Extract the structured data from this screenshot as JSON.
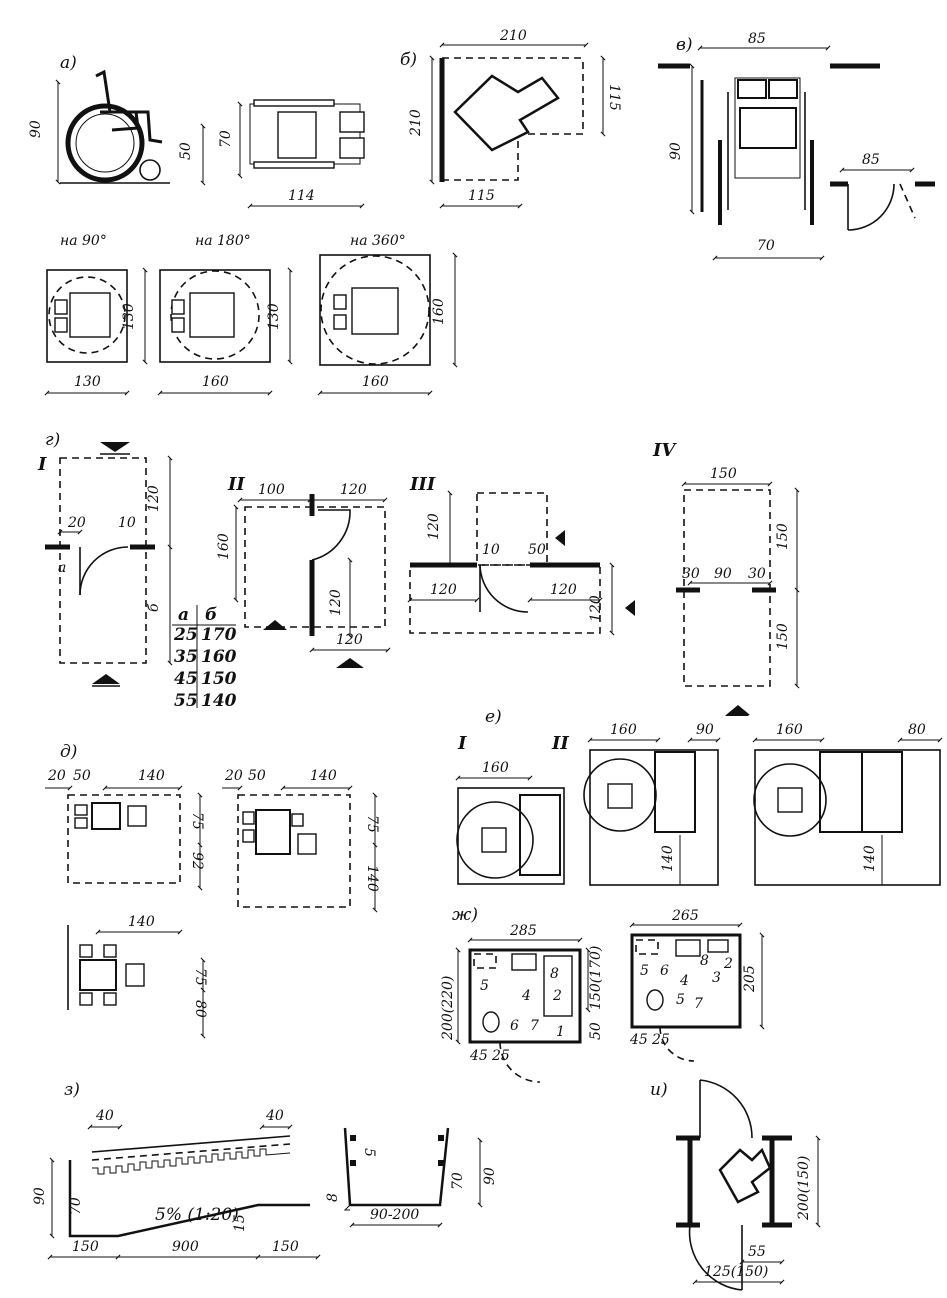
{
  "a": {
    "label": "а)",
    "dims": [
      "90",
      "50",
      "70",
      "114"
    ],
    "turns": [
      {
        "label": "на 90°",
        "w": "130",
        "h": "130"
      },
      {
        "label": "на 180°",
        "w": "160",
        "h": "130"
      },
      {
        "label": "на 360°",
        "w": "160",
        "h": "160"
      }
    ]
  },
  "b": {
    "label": "б)",
    "dims": [
      "210",
      "210",
      "115",
      "115"
    ]
  },
  "v": {
    "label": "в)",
    "dims": [
      "85",
      "90",
      "70",
      "85"
    ]
  },
  "g": {
    "label": "г)",
    "I": {
      "roman": "I",
      "dims": [
        "120",
        "20",
        "10",
        "а",
        "б"
      ]
    },
    "table": {
      "head": [
        "а",
        "б"
      ],
      "rows": [
        [
          "25",
          "170"
        ],
        [
          "35",
          "160"
        ],
        [
          "45",
          "150"
        ],
        [
          "55",
          "140"
        ]
      ]
    },
    "II": {
      "roman": "II",
      "dims": [
        "100",
        "120",
        "160",
        "120",
        "120"
      ]
    },
    "III": {
      "roman": "III",
      "dims": [
        "120",
        "10",
        "50",
        "120",
        "120",
        "120"
      ]
    },
    "IV": {
      "roman": "IV",
      "dims": [
        "150",
        "30",
        "90",
        "30",
        "150",
        "150"
      ]
    }
  },
  "d": {
    "label": "д)",
    "p1": [
      "20",
      "50",
      "140",
      "75",
      "92"
    ],
    "p2": [
      "20",
      "50",
      "140",
      "75",
      "140"
    ],
    "p3": [
      "140",
      "75",
      "80"
    ]
  },
  "e": {
    "label": "е)",
    "I": {
      "roman": "I",
      "dims": [
        "160"
      ]
    },
    "II": {
      "roman": "II",
      "dims": [
        "160",
        "90",
        "140",
        "160",
        "80",
        "140"
      ]
    }
  },
  "zh": {
    "label": "ж)",
    "left": {
      "dims": [
        "285",
        "200(220)",
        "150(170)",
        "50",
        "45",
        "25"
      ],
      "nums": [
        "5",
        "4",
        "8",
        "2",
        "6",
        "7",
        "1"
      ]
    },
    "right": {
      "dims": [
        "265",
        "205",
        "45",
        "25"
      ],
      "nums": [
        "5",
        "6",
        "4",
        "8",
        "3",
        "2",
        "5",
        "7"
      ]
    }
  },
  "z": {
    "label": "з)",
    "dims": [
      "40",
      "40",
      "90",
      "70",
      "5% (1:20)",
      "15",
      "150",
      "900",
      "150"
    ],
    "rail": [
      "5",
      "8",
      "90-200",
      "70",
      "90"
    ]
  },
  "i": {
    "label": "и)",
    "dims": [
      "200(150)",
      "55",
      "125(150)"
    ]
  }
}
